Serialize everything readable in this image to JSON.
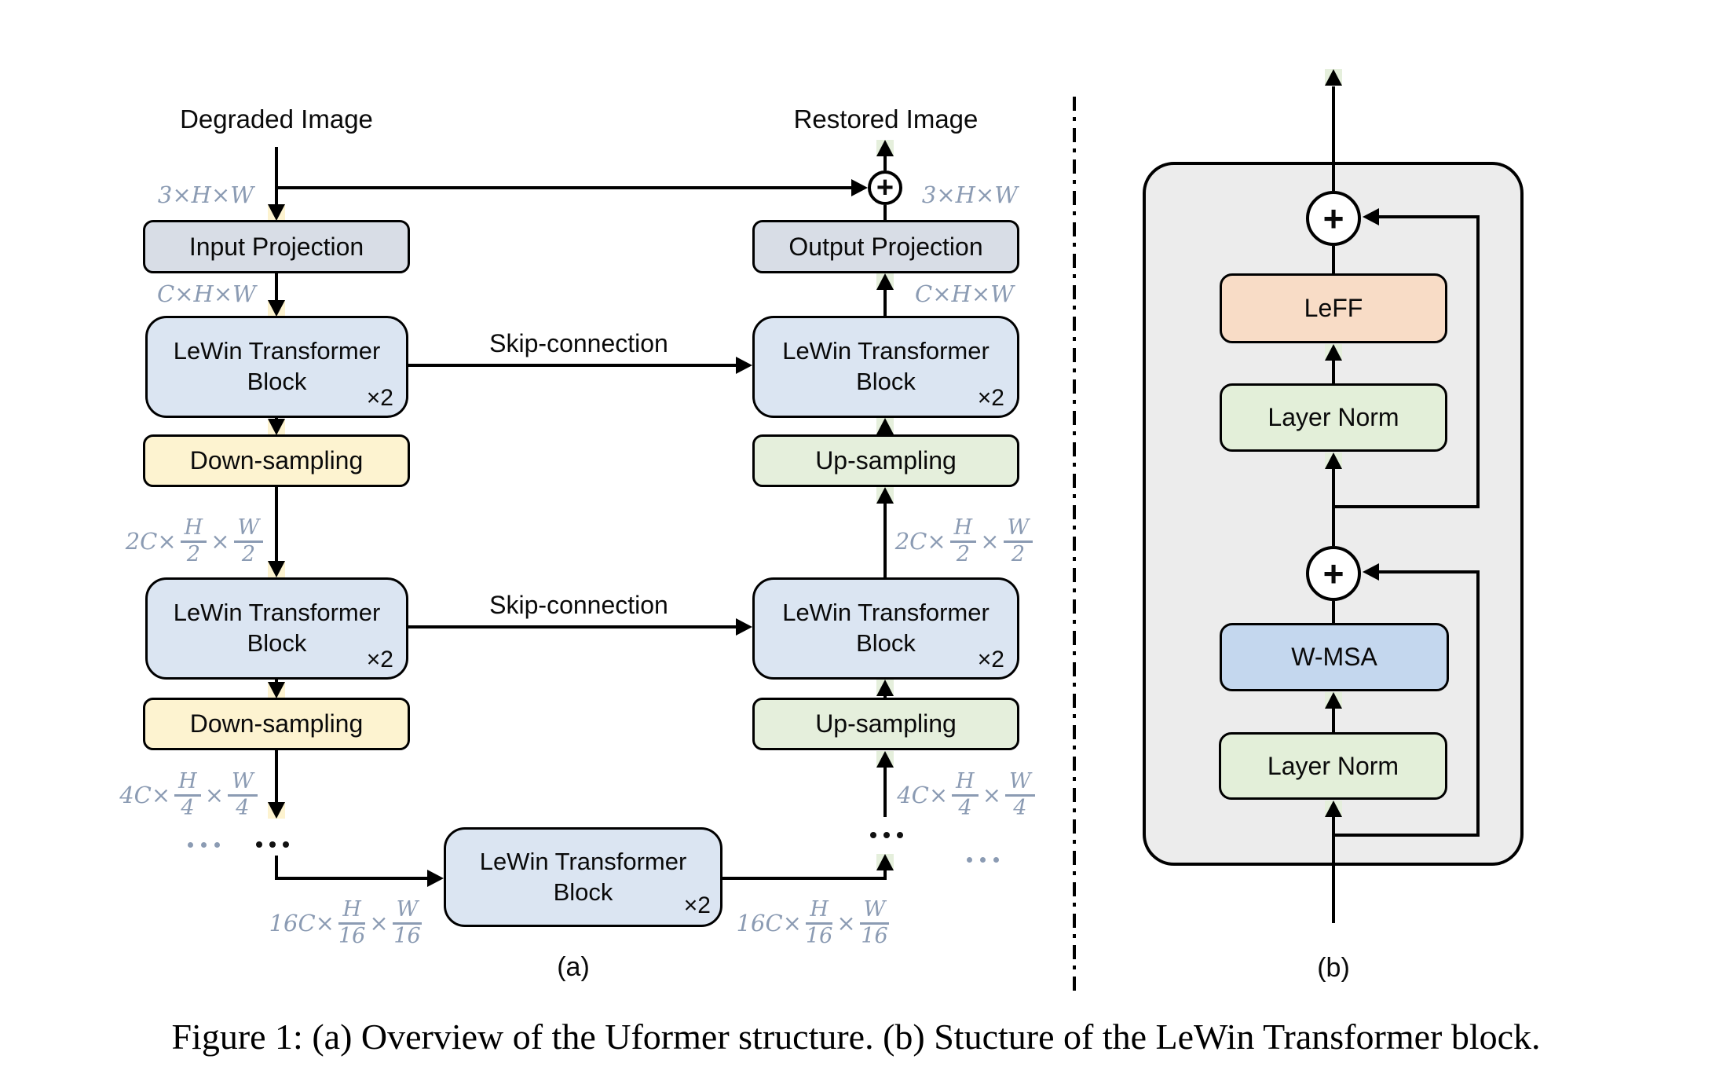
{
  "figure": {
    "caption": "Figure 1: (a) Overview of the Uformer structure. (b) Stucture of the LeWin Transformer block."
  },
  "panel_a": {
    "label": "(a)",
    "degraded_title": "Degraded Image",
    "restored_title": "Restored Image",
    "input_projection": "Input Projection",
    "output_projection": "Output Projection",
    "lewin_line1": "LeWin Transformer",
    "lewin_line2": "Block",
    "times2": "×2",
    "down_sampling": "Down-sampling",
    "up_sampling": "Up-sampling",
    "skip_connection": "Skip-connection",
    "plus": "+",
    "dim_3hw": "3×H×W",
    "dim_chw": "C×H×W",
    "frac_2c": {
      "pre": "2C×",
      "n1": "H",
      "d1": "2",
      "times": "×",
      "n2": "W",
      "d2": "2"
    },
    "frac_4c": {
      "pre": "4C×",
      "n1": "H",
      "d1": "4",
      "times": "×",
      "n2": "W",
      "d2": "4"
    },
    "frac_16c": {
      "pre": "16C×",
      "n1": "H",
      "d1": "16",
      "times": "×",
      "n2": "W",
      "d2": "16"
    }
  },
  "panel_b": {
    "label": "(b)",
    "leff": "LeFF",
    "layer_norm": "Layer Norm",
    "wmsa": "W-MSA",
    "plus": "+"
  },
  "colors": {
    "projection-fill": "#d8dde6",
    "lewin-fill": "#dbe5f2",
    "down-fill": "#fdf3d0",
    "up-fill": "#e5efdc",
    "leff-fill": "#f8dcc6",
    "wmsa-fill": "#c4d7ee",
    "norm-fill": "#e3efd9",
    "container-fill": "#ececec",
    "dim-label": "#8b9bb3",
    "line": "#000000"
  }
}
